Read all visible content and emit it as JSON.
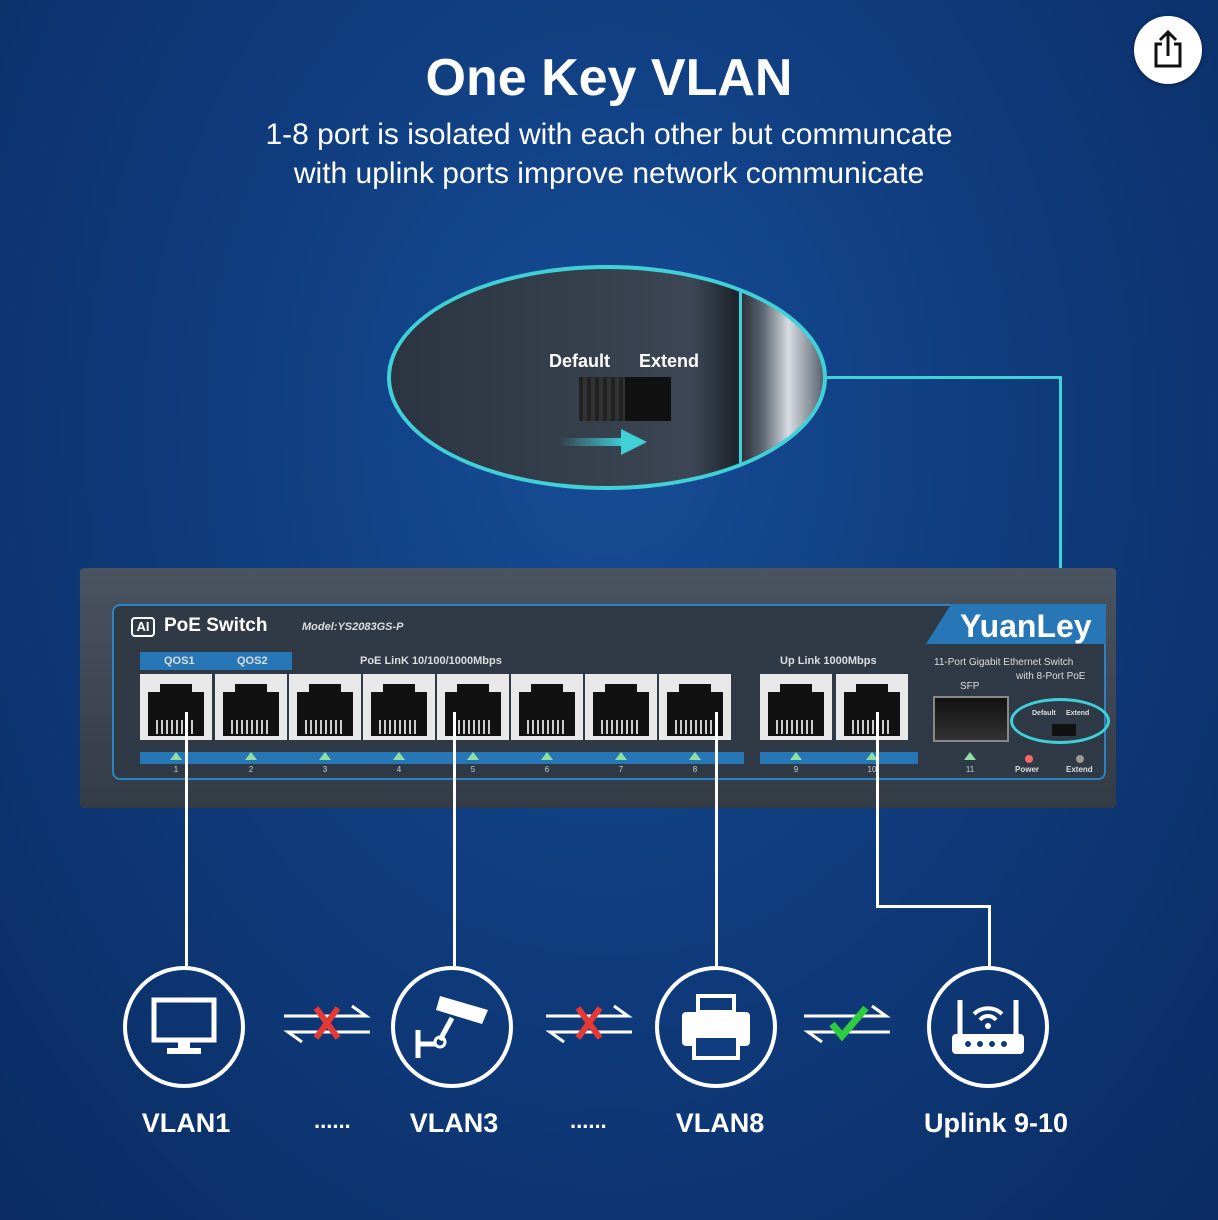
{
  "title": "One Key VLAN",
  "subtitle_line1": "1-8 port is isolated with each other but communcate",
  "subtitle_line2": "with uplink ports improve network communicate",
  "magnifier": {
    "default": "Default",
    "extend": "Extend"
  },
  "switch": {
    "logo_badge": "AI",
    "name": "PoE Switch",
    "model": "Model:YS2083GS-P",
    "brand": "YuanLey",
    "qos1": "QOS1",
    "qos2": "QOS2",
    "poe_link": "PoE LinK  10/100/1000Mbps",
    "uplink": "Up Link  1000Mbps",
    "desc1": "11-Port Gigabit Ethernet Switch",
    "desc2": "with 8-Port PoE",
    "sfp": "SFP",
    "sw_default": "Default",
    "sw_extend": "Extend",
    "power": "Power",
    "extend": "Extend",
    "port_numbers": [
      "1",
      "2",
      "3",
      "4",
      "5",
      "6",
      "7",
      "8",
      "9",
      "10",
      "11"
    ]
  },
  "devices": [
    {
      "label": "VLAN1",
      "icon": "monitor-icon"
    },
    {
      "label": "VLAN3",
      "icon": "camera-icon"
    },
    {
      "label": "VLAN8",
      "icon": "printer-icon"
    },
    {
      "label": "Uplink 9-10",
      "icon": "router-icon"
    }
  ],
  "ellipsis": "......",
  "colors": {
    "accent": "#3fd0d8",
    "blocked": "#e53935",
    "allowed": "#2ecc40"
  }
}
